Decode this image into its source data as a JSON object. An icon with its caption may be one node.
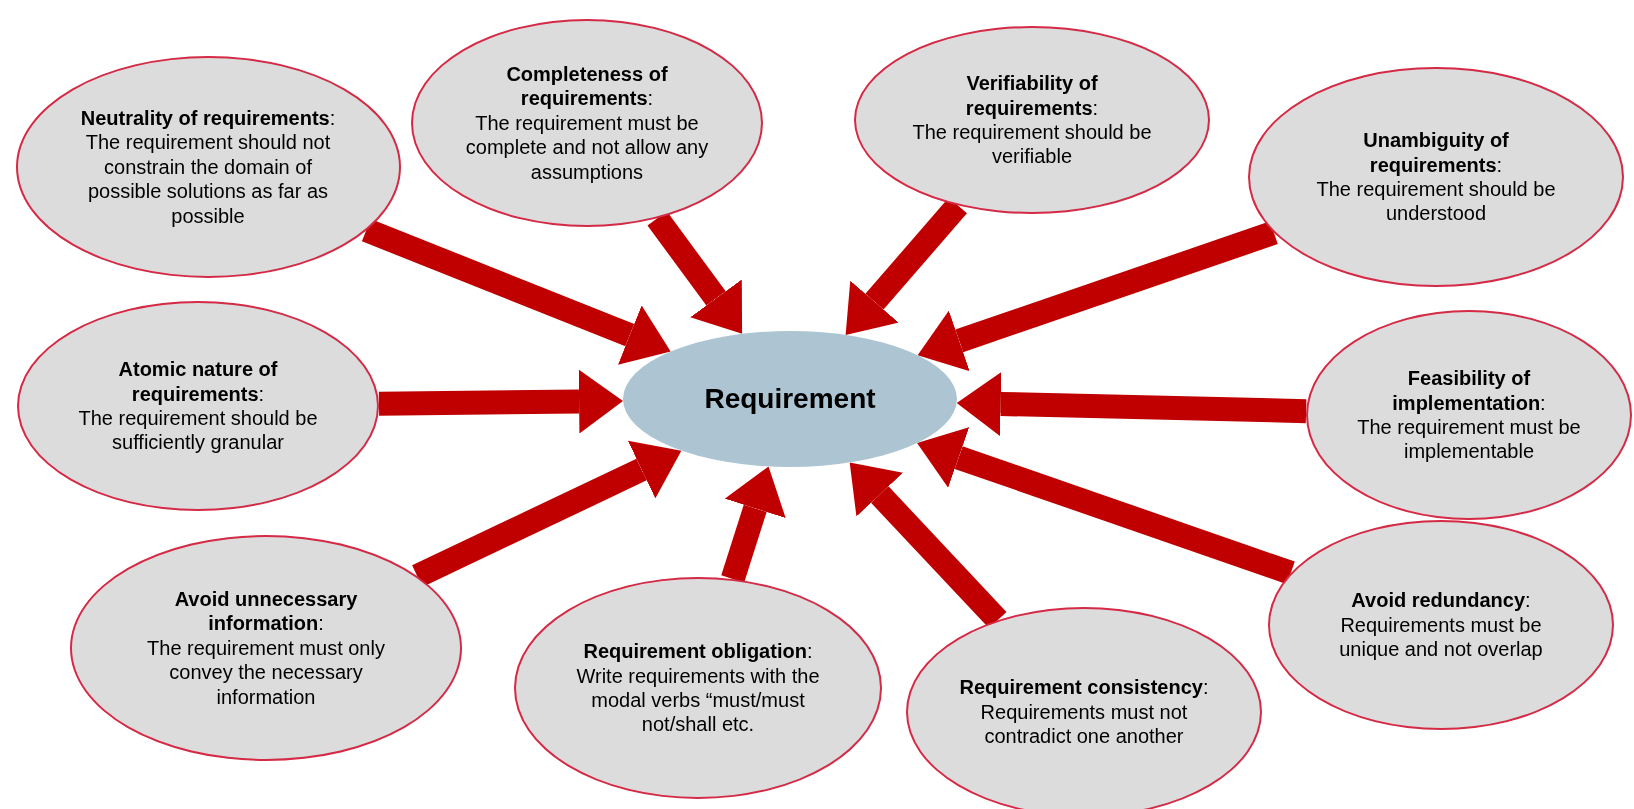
{
  "diagram": {
    "nodes": [
      {
        "text": [
          "Requirement"
        ]
      },
      {
        "text": [
          "**Neutrality of requirements**:",
          "The requirement should not constrain the domain of possible solutions as far as possible"
        ]
      },
      {
        "text": [
          "**Completeness of requirements**:",
          "The requirement must be complete and not allow any assumptions"
        ]
      },
      {
        "text": [
          "**Verifiability of requirements**:",
          "The requirement should be verifiable"
        ]
      },
      {
        "text": [
          "**Unambiguity of requirements**:",
          "The requirement should be understood"
        ]
      },
      {
        "text": [
          "**Atomic nature of requirements**:",
          "The requirement should be sufficiently granular"
        ]
      },
      {
        "text": [
          "**Feasibility of implementation**:",
          "The requirement must be implementable"
        ]
      },
      {
        "text": [
          "**Avoid unnecessary information**:",
          "The requirement must only convey the necessary information"
        ]
      },
      {
        "text": [
          "**Requirement obligation**:",
          "Write requirements with the modal verbs “must/must not/shall etc."
        ]
      },
      {
        "text": [
          "**Requirement consistency**:",
          "Requirements must not contradict one another"
        ]
      },
      {
        "text": [
          "**Avoid redundancy**:",
          "Requirements must be unique and not overlap"
        ]
      }
    ],
    "edges": [
      {
        "from": 1,
        "to": 0,
        "arrow": "to"
      },
      {
        "from": 2,
        "to": 0,
        "arrow": "to"
      },
      {
        "from": 3,
        "to": 0,
        "arrow": "to"
      },
      {
        "from": 4,
        "to": 0,
        "arrow": "to"
      },
      {
        "from": 5,
        "to": 0,
        "arrow": "to"
      },
      {
        "from": 6,
        "to": 0,
        "arrow": "to"
      },
      {
        "from": 7,
        "to": 0,
        "arrow": "to"
      },
      {
        "from": 8,
        "to": 0,
        "arrow": "to"
      },
      {
        "from": 9,
        "to": 0,
        "arrow": "to"
      },
      {
        "from": 10,
        "to": 0,
        "arrow": "to"
      }
    ]
  }
}
